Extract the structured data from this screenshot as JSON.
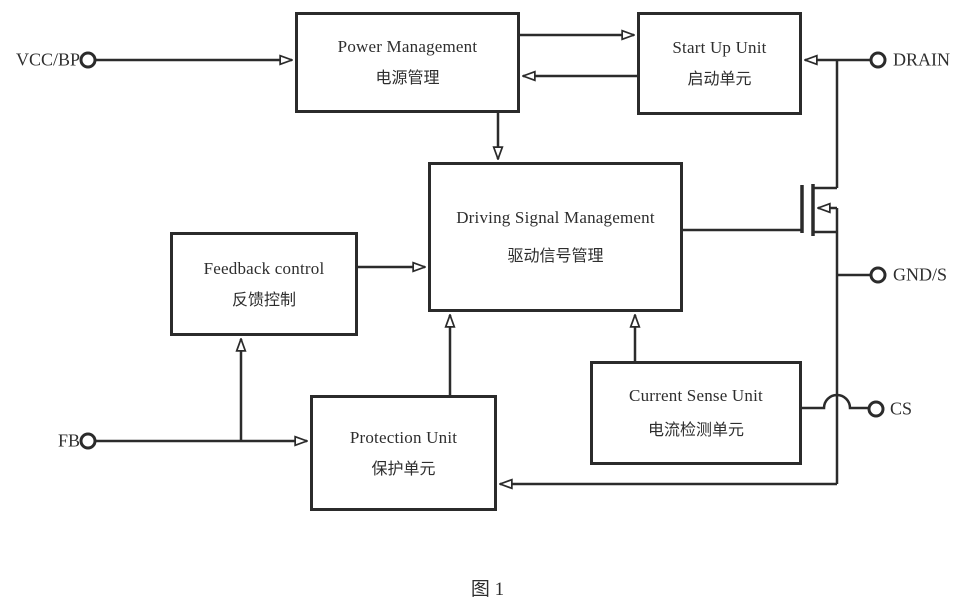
{
  "figure": {
    "caption": "图 1"
  },
  "blocks": {
    "power_management": {
      "en": "Power Management",
      "zh": "电源管理"
    },
    "start_up": {
      "en": "Start Up Unit",
      "zh": "启动单元"
    },
    "driving_signal": {
      "en": "Driving Signal Management",
      "zh": "驱动信号管理"
    },
    "feedback": {
      "en": "Feedback control",
      "zh": "反馈控制"
    },
    "protection": {
      "en": "Protection Unit",
      "zh": "保护单元"
    },
    "current_sense": {
      "en": "Current Sense Unit",
      "zh": "电流检测单元"
    }
  },
  "terminals": {
    "vcc_bp": "VCC/BP",
    "drain": "DRAIN",
    "gnd_s": "GND/S",
    "cs": "CS",
    "fb": "FB"
  },
  "colors": {
    "line": "#2b2b2b",
    "text": "#2e2e2e",
    "background": "#ffffff"
  }
}
